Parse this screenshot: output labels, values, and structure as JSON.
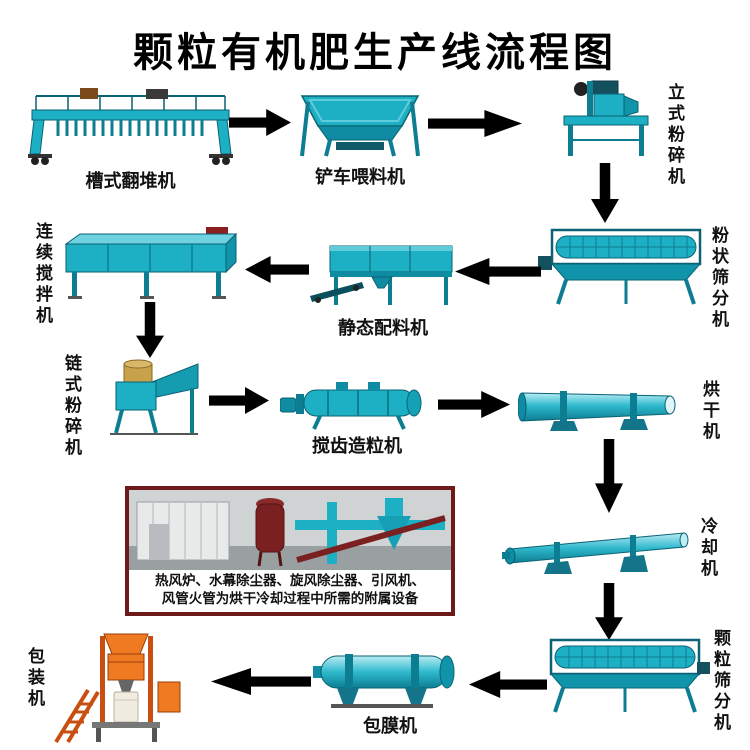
{
  "title": "颗粒有机肥生产线流程图",
  "machines": {
    "trough_turner": {
      "label": "槽式翻堆机"
    },
    "loader_feeder": {
      "label": "铲车喂料机"
    },
    "vertical_crusher": {
      "label": "立式粉碎机"
    },
    "powder_screener": {
      "label": "粉状筛分机"
    },
    "static_batcher": {
      "label": "静态配料机"
    },
    "continuous_mixer": {
      "label": "连续搅拌机"
    },
    "chain_crusher": {
      "label": "链式粉碎机"
    },
    "tooth_granulator": {
      "label": "搅齿造粒机"
    },
    "dryer": {
      "label": "烘干机"
    },
    "cooler": {
      "label": "冷却机"
    },
    "granule_screener": {
      "label": "颗粒筛分机"
    },
    "coating_machine": {
      "label": "包膜机"
    },
    "packing_machine": {
      "label": "包装机"
    }
  },
  "inset": {
    "caption_line1": "热风炉、水幕除尘器、旋风除尘器、引风机、",
    "caption_line2": "风管火管为烘干冷却过程中所需的附属设备"
  },
  "flow_order": [
    "槽式翻堆机",
    "铲车喂料机",
    "立式粉碎机",
    "粉状筛分机",
    "静态配料机",
    "连续搅拌机",
    "链式粉碎机",
    "搅齿造粒机",
    "烘干机",
    "冷却机",
    "颗粒筛分机",
    "包膜机",
    "包装机"
  ],
  "colors": {
    "machine_teal": "#1db0c4",
    "machine_teal_dark": "#0d7d91",
    "arrow": "#000000",
    "packing_orange": "#ef7a22",
    "inset_border": "#6d1a1a",
    "background": "#ffffff"
  }
}
